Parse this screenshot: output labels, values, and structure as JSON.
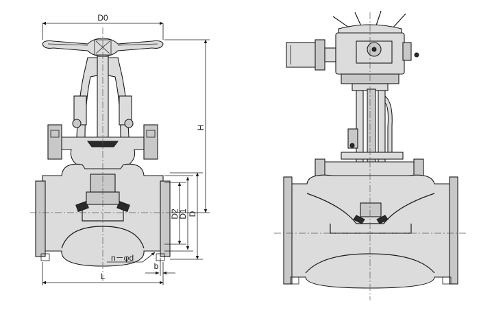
{
  "labels": {
    "d0": "D0",
    "h": "H",
    "d2": "D2",
    "d1": "D1",
    "d": "D",
    "l": "L",
    "b": "b",
    "holes": "n－φd"
  }
}
